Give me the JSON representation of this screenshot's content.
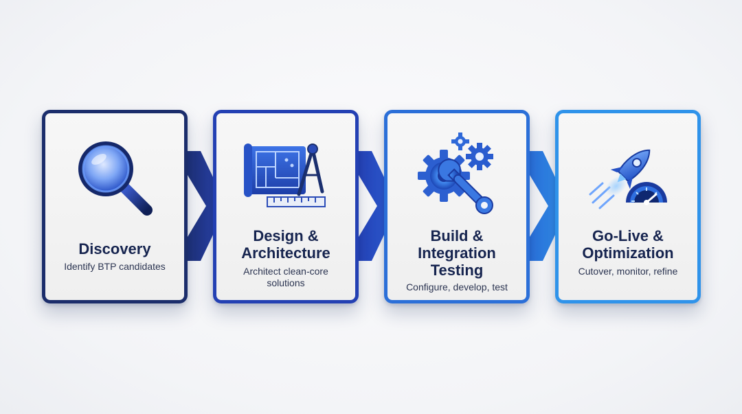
{
  "steps": [
    {
      "title": "Discovery",
      "subtitle": "Identify BTP candidates",
      "icon": "magnifying-glass-icon",
      "border_color": "#1b2d6b"
    },
    {
      "title": "Design & Architecture",
      "subtitle": "Architect clean-core solutions",
      "icon": "blueprint-compass-icon",
      "border_color": "#2340b3"
    },
    {
      "title": "Build & Integration Testing",
      "subtitle": "Configure, develop, test",
      "icon": "gears-wrench-icon",
      "border_color": "#2b6fd8"
    },
    {
      "title": "Go-Live & Optimization",
      "subtitle": "Cutover, monitor, refine",
      "icon": "rocket-gauge-icon",
      "border_color": "#2f93ea"
    }
  ],
  "colors": {
    "title_text": "#16244f",
    "subtitle_text": "#2a3350",
    "accent_blue": "#2a6cf0"
  }
}
